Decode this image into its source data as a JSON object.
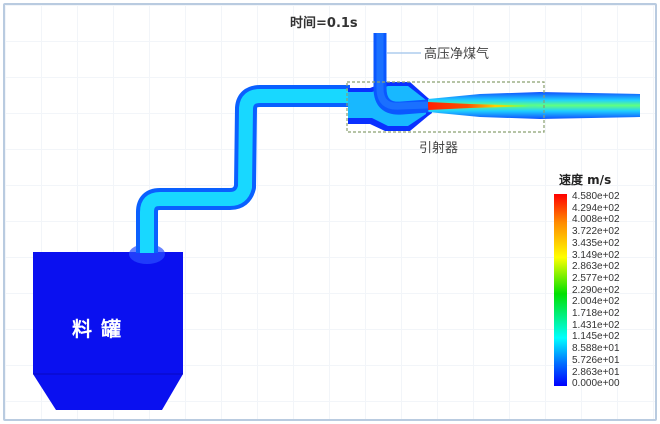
{
  "title": "时间=0.1s",
  "labels": {
    "gas_inlet": "高压净煤气",
    "ejector": "引射器",
    "tank": "料罐"
  },
  "legend": {
    "title": "速度 m/s",
    "ticks": [
      "4.580e+02",
      "4.294e+02",
      "4.008e+02",
      "3.722e+02",
      "3.435e+02",
      "3.149e+02",
      "2.863e+02",
      "2.577e+02",
      "2.290e+02",
      "2.004e+02",
      "1.718e+02",
      "1.431e+02",
      "1.145e+02",
      "8.588e+01",
      "5.726e+01",
      "2.863e+01",
      "0.000e+00"
    ],
    "min": 0,
    "max": 458,
    "unit": "m/s"
  },
  "colors": {
    "tank": "#0a10f0",
    "pipe_low": "#0a40ff",
    "pipe_mid": "#12c8ff",
    "jet_core": "#ff2000",
    "annotation_box": "#8aa070",
    "frame": "#b9cbe0"
  }
}
